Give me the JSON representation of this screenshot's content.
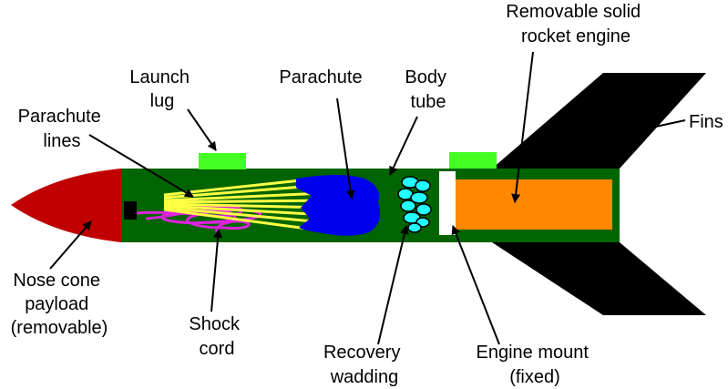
{
  "labels": {
    "launch_lug": [
      "Launch",
      "lug"
    ],
    "parachute_lines": [
      "Parachute",
      "lines"
    ],
    "parachute": [
      "Parachute"
    ],
    "body_tube": [
      "Body",
      "tube"
    ],
    "engine": [
      "Removable solid",
      "rocket engine"
    ],
    "fins": [
      "Fins"
    ],
    "nose_cone": [
      "Nose cone",
      "payload",
      "(removable)"
    ],
    "shock_cord": [
      "Shock",
      "cord"
    ],
    "recovery_wadding": [
      "Recovery",
      "wadding"
    ],
    "engine_mount": [
      "Engine mount",
      "(fixed)"
    ]
  },
  "colors": {
    "body_tube": "#006400",
    "nose_cone": "#c00000",
    "launch_lug": "#44ff22",
    "parachute": "#0000ee",
    "parachute_lines": "#ffff44",
    "shock_cord": "#dd22dd",
    "wadding": "#22ffff",
    "engine_mount": "#ffffff",
    "engine": "#ff8800",
    "fins": "#000000"
  }
}
